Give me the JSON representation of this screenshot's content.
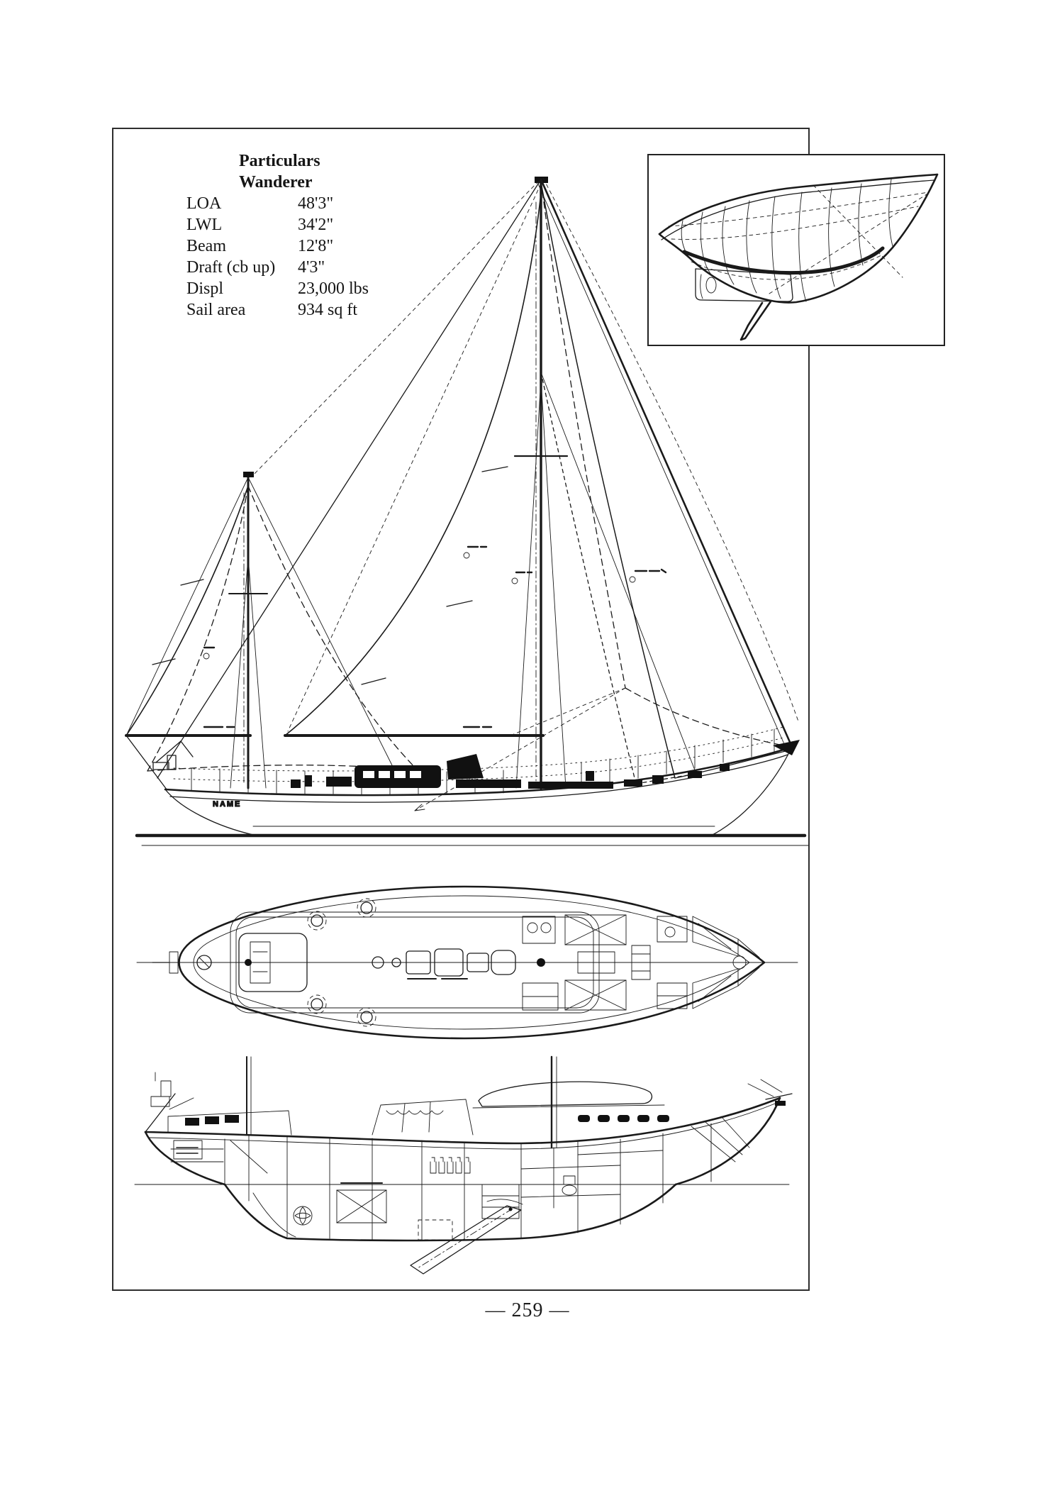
{
  "colors": {
    "ink": "#1a1a1a",
    "paper": "#ffffff",
    "frame_border": "#2e2e2e"
  },
  "page": {
    "number": "— 259 —"
  },
  "particulars": {
    "title": "Particulars",
    "boat_name": "Wanderer",
    "rows": [
      {
        "label": "LOA",
        "value": "48'3\""
      },
      {
        "label": "LWL",
        "value": "34'2\""
      },
      {
        "label": "Beam",
        "value": "12'8\""
      },
      {
        "label": "Draft (cb up)",
        "value": "4'3\""
      },
      {
        "label": "Displ",
        "value": "23,000 lbs"
      },
      {
        "label": "Sail area",
        "value": "934 sq ft"
      }
    ]
  },
  "drawings": {
    "sail_plan": {
      "hull_name_text": "NAME"
    }
  }
}
